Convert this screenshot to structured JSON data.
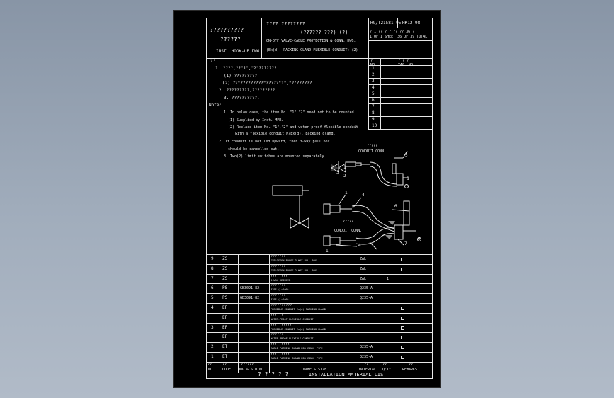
{
  "header": {
    "left_top": "??????????",
    "left_mid": "??????",
    "left_bottom": "INST. HOOK-UP DWG.",
    "center_line1": "????  ????????",
    "center_line2": "(??????  ???)    (?)",
    "center_line3": "ON-OFF VALVE-CABLE PROTECTION & CONN. DWG.",
    "center_line4": "(Ex(d), PACKING GLAND FLEXIBLE CONDUIT)   (2)",
    "right_code1": "HG/T21581-95",
    "right_code2": "HK12-98",
    "sheet_line1": "?  1  ?? ?  ?  ?? ?? 36 ?",
    "sheet_line2": "1  OF  1  SHEET  36 OF  39 TOTAL"
  },
  "tag_table": {
    "header_no": "?\nNO.",
    "header_tag": "? ? ?\nTAG  NO.",
    "rows": [
      "1",
      "2",
      "3",
      "4",
      "5",
      "6",
      "7",
      "8",
      "9",
      "10"
    ]
  },
  "notes": [
    "?:",
    "1. ????,??\"1\",\"2\"???????.",
    "(1) ?????????",
    "(2) ??\"?????????\"?????\"1\",\"2\"??????.",
    "2. ?????????,?????????.",
    "3. ??????????.",
    "Note:",
    "1. In below case, the item No. \"1\",\"2\" need not to be counted",
    "(1) Supplied by Inst. MFR.",
    "(2) Replace item No. \"1\",\"2\" and water-proof flexible conduit",
    "with a flexible conduit N/Ex(d). packing gland.",
    "2. If conduit is not led upward, then 3-way pull box",
    "should be cancelled out.",
    "3. Two(2) limit switches are mounted separately"
  ],
  "drawing_labels": {
    "top_q": "?????",
    "conduit_conn_top": "CONDUIT CONN.",
    "conduit_conn_bottom": "CONDUIT CONN.",
    "mid_q": "?????",
    "n1": "1",
    "n2": "2",
    "n3": "3",
    "n4": "4",
    "n5": "5",
    "n6": "6",
    "n7": "7",
    "n8": "8",
    "n9": "9"
  },
  "materials": {
    "footer_cn": "? ? ? ? ?",
    "footer_en": "INSTALLATION MATERIAL LIST",
    "col_no_cn": "??",
    "col_no": "NO",
    "col_code_cn": "??",
    "col_code": "CODE",
    "col_std_cn": "??????",
    "col_std": "DWG.& STD.NO.",
    "col_name": "NAME & SIZE",
    "col_mat_cn": "??",
    "col_mat": "MATERIAL",
    "col_qty_cn": "??",
    "col_qty": "Q'TY",
    "col_rem_cn": "??",
    "col_rem": "REMARKS",
    "rows": [
      {
        "no": "9",
        "code": "ZS",
        "std": "",
        "cn": "???????",
        "name": "EXPLOSION-PROOF 3-WAY PULL BOX",
        "mat": "ZAL",
        "qty": "",
        "rem": "□"
      },
      {
        "no": "8",
        "code": "ZS",
        "std": "",
        "cn": "???????",
        "name": "EXPLOSION-PROOF 2-WAY PULL BOX",
        "mat": "ZAL",
        "qty": "",
        "rem": "□"
      },
      {
        "no": "7",
        "code": "ZS",
        "std": "",
        "cn": "????????",
        "name": "3-WAY REDUCER",
        "mat": "ZAL",
        "qty": "1",
        "rem": ""
      },
      {
        "no": "6",
        "code": "PS",
        "std": "GB3091-82",
        "cn": "???????",
        "name": "PIPE (L=200)",
        "mat": "Q235-A",
        "qty": "",
        "rem": ""
      },
      {
        "no": "5",
        "code": "PS",
        "std": "GB3091-82",
        "cn": "???????",
        "name": "PIPE (L=200)",
        "mat": "Q235-A",
        "qty": "",
        "rem": ""
      },
      {
        "no": "4",
        "code": "EF",
        "std": "",
        "cn": "??????????",
        "name": "FLEXIBLE CONDUIT Ex(d) PACKING GLAND",
        "mat": "",
        "qty": "",
        "rem": "□"
      },
      {
        "no": "",
        "code": "EF",
        "std": "",
        "cn": "??????",
        "name": "WATER-PROOF FLEXIBLE CONDUIT",
        "mat": "",
        "qty": "",
        "rem": "□"
      },
      {
        "no": "3",
        "code": "EF",
        "std": "",
        "cn": "??????????",
        "name": "FLEXIBLE CONDUIT Ex(d) PACKING GLAND",
        "mat": "",
        "qty": "",
        "rem": "□"
      },
      {
        "no": "",
        "code": "EF",
        "std": "",
        "cn": "??????",
        "name": "WATER-PROOF FLEXIBLE CONDUIT",
        "mat": "",
        "qty": "",
        "rem": "□"
      },
      {
        "no": "2",
        "code": "ET",
        "std": "",
        "cn": "?????????",
        "name": "CABLE PACKING GLAND FOR CONN. PIPE",
        "mat": "Q235-A",
        "qty": "",
        "rem": "□"
      },
      {
        "no": "1",
        "code": "ET",
        "std": "",
        "cn": "?????????",
        "name": "CABLE PACKING GLAND FOR CONN. PIPE",
        "mat": "Q235-A",
        "qty": "",
        "rem": "□"
      }
    ]
  }
}
